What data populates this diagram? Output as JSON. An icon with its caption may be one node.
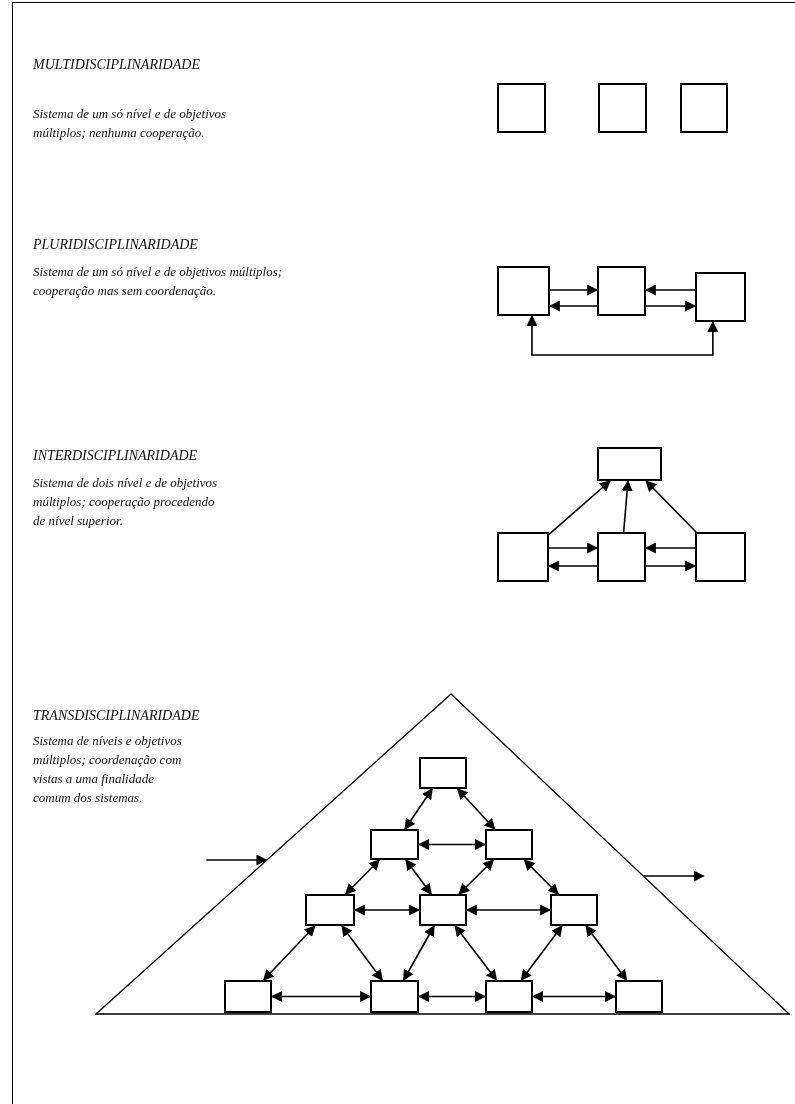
{
  "diagram": {
    "nodes": [
      {
        "text": [],
        "shape": "box"
      },
      {
        "text": [],
        "shape": "box"
      },
      {
        "text": [],
        "shape": "box"
      },
      {
        "text": [],
        "shape": "box"
      },
      {
        "text": [],
        "shape": "box"
      },
      {
        "text": [],
        "shape": "box"
      },
      {
        "text": [],
        "shape": "box"
      },
      {
        "text": [],
        "shape": "box"
      },
      {
        "text": [],
        "shape": "box"
      },
      {
        "text": [],
        "shape": "box"
      },
      {
        "text": [],
        "shape": "triangle"
      },
      {
        "text": [],
        "shape": "box",
        "in": 10
      },
      {
        "text": [],
        "shape": "box",
        "in": 10
      },
      {
        "text": [],
        "shape": "box",
        "in": 10
      },
      {
        "text": [],
        "shape": "box",
        "in": 10
      },
      {
        "text": [],
        "shape": "box",
        "in": 10
      },
      {
        "text": [],
        "shape": "box",
        "in": 10
      },
      {
        "text": [],
        "shape": "box",
        "in": 10
      },
      {
        "text": [],
        "shape": "box",
        "in": 10
      },
      {
        "text": [],
        "shape": "box",
        "in": 10
      },
      {
        "text": [],
        "shape": "box",
        "in": 10
      }
    ],
    "edges": [
      {
        "from": 3,
        "to": 4,
        "arrow": "to"
      },
      {
        "from": 4,
        "to": 3,
        "arrow": "to"
      },
      {
        "from": 5,
        "to": 4,
        "arrow": "to"
      },
      {
        "from": 4,
        "to": 5,
        "arrow": "to"
      },
      {
        "from": 3,
        "to": 5,
        "arrow": "both"
      },
      {
        "from": 7,
        "to": 6,
        "arrow": "to"
      },
      {
        "from": 8,
        "to": 6,
        "arrow": "to"
      },
      {
        "from": 9,
        "to": 6,
        "arrow": "to"
      },
      {
        "from": 7,
        "to": 8,
        "arrow": "to"
      },
      {
        "from": 8,
        "to": 7,
        "arrow": "to"
      },
      {
        "from": 9,
        "to": 8,
        "arrow": "to"
      },
      {
        "from": 8,
        "to": 9,
        "arrow": "to"
      },
      {
        "from": null,
        "to": 10,
        "arrow": "to"
      },
      {
        "from": 10,
        "to": null,
        "arrow": "to"
      },
      {
        "from": 11,
        "to": 12,
        "arrow": "both"
      },
      {
        "from": 11,
        "to": 13,
        "arrow": "both"
      },
      {
        "from": 12,
        "to": 13,
        "arrow": "both"
      },
      {
        "from": 12,
        "to": 14,
        "arrow": "both"
      },
      {
        "from": 12,
        "to": 15,
        "arrow": "both"
      },
      {
        "from": 13,
        "to": 15,
        "arrow": "both"
      },
      {
        "from": 13,
        "to": 16,
        "arrow": "both"
      },
      {
        "from": 14,
        "to": 15,
        "arrow": "both"
      },
      {
        "from": 15,
        "to": 16,
        "arrow": "both"
      },
      {
        "from": 14,
        "to": 17,
        "arrow": "both"
      },
      {
        "from": 14,
        "to": 18,
        "arrow": "both"
      },
      {
        "from": 15,
        "to": 18,
        "arrow": "both"
      },
      {
        "from": 15,
        "to": 19,
        "arrow": "both"
      },
      {
        "from": 16,
        "to": 19,
        "arrow": "both"
      },
      {
        "from": 16,
        "to": 20,
        "arrow": "both"
      },
      {
        "from": 17,
        "to": 18,
        "arrow": "both"
      },
      {
        "from": 18,
        "to": 19,
        "arrow": "both"
      },
      {
        "from": 19,
        "to": 20,
        "arrow": "both"
      }
    ],
    "labels": [
      "MULTIDISCIPLINARIDADE",
      "Sistema de um só nível e de objetivos múltiplos; nenhuma cooperação.",
      "PLURIDISCIPLINARIDADE",
      "Sistema de um só nível e de objetivos múltiplos; cooperação mas sem coordenação.",
      "INTERDISCIPLINARIDADE",
      "Sistema de dois nível e de objetivos múltiplos; cooperação procedendo de nível superior.",
      "TRANSDISCIPLINARIDADE",
      "Sistema de níveis e objetivos múltiplos; coordenação com vistas a uma finalidade comum dos sistemas."
    ]
  }
}
